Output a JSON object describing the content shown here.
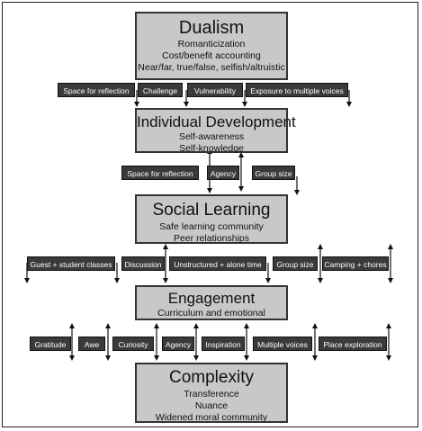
{
  "stages": {
    "dualism": {
      "title": "Dualism",
      "lines": [
        "Romanticization",
        "Cost/benefit accounting",
        "Near/far, true/false, selfish/altruistic"
      ]
    },
    "individual": {
      "title": "Individual Development",
      "lines": [
        "Self-awareness",
        "Self-knowledge"
      ]
    },
    "social": {
      "title": "Social Learning",
      "lines": [
        "Safe learning community",
        "Peer relationships"
      ]
    },
    "engagement": {
      "title": "Engagement",
      "lines": [
        "Curriculum and emotional"
      ]
    },
    "complexity": {
      "title": "Complexity",
      "lines": [
        "Transference",
        "Nuance",
        "Widened moral community"
      ]
    }
  },
  "tags": {
    "row1": [
      "Space for reflection",
      "Challenge",
      "Vulnerability",
      "Exposure to multiple voices"
    ],
    "row2": [
      "Space for reflection",
      "Agency",
      "Group size"
    ],
    "row3": [
      "Guest + student classes",
      "Discussion",
      "Unstructured + alone time",
      "Group size",
      "Camping + chores"
    ],
    "row4": [
      "Gratitude",
      "Awe",
      "Curiosity",
      "Agency",
      "Inspiration",
      "Multiple voices",
      "Place exploration"
    ]
  },
  "colors": {
    "stage_fill": "#c8c8c8",
    "tag_fill": "#3a3a3a",
    "tag_text": "#ffffff",
    "arrow": "#111111"
  }
}
